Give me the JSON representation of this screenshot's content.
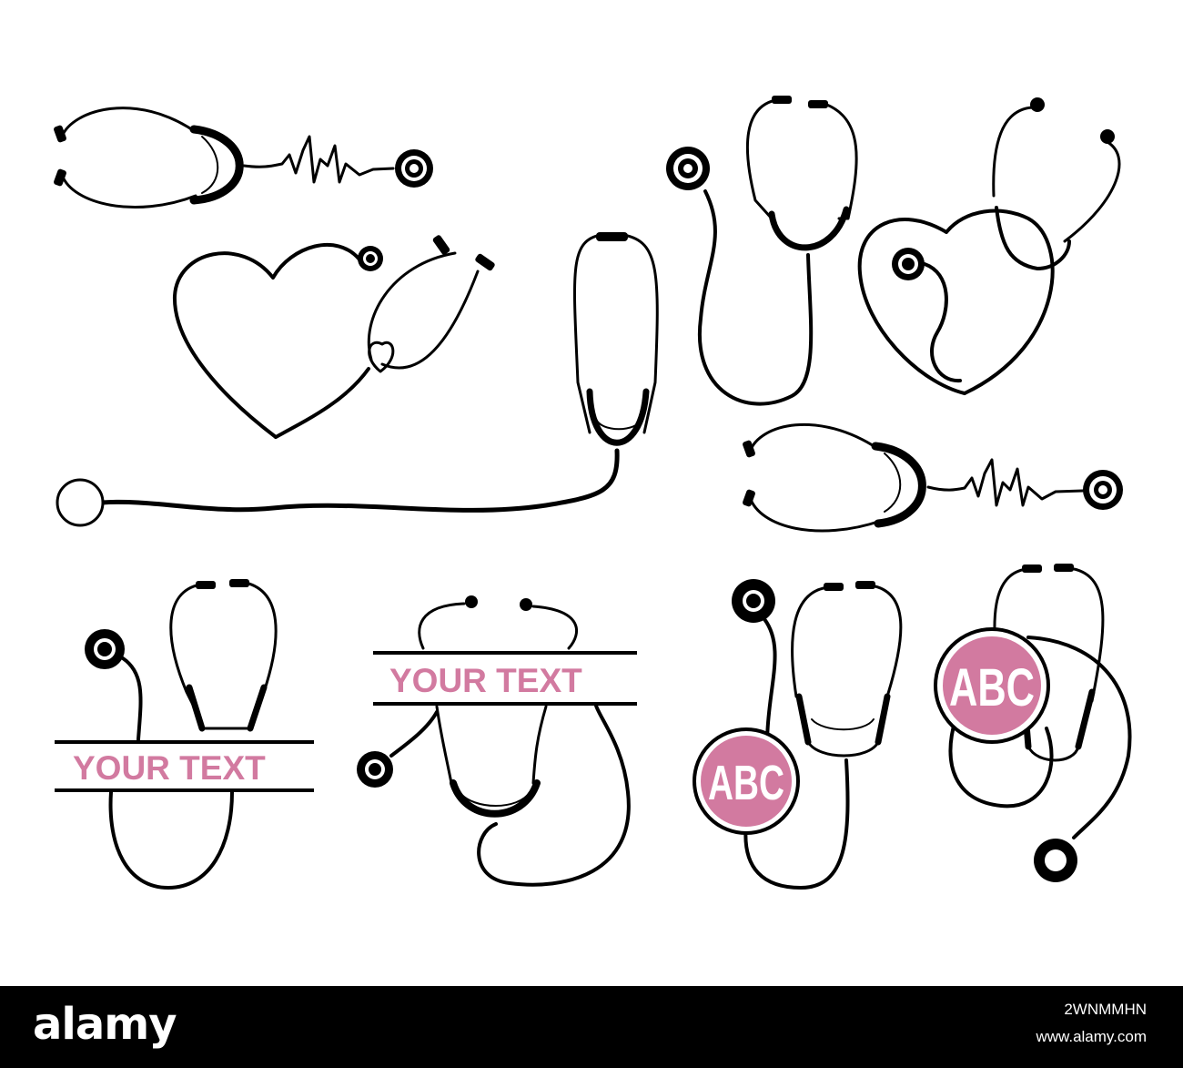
{
  "labels": {
    "banner_text": "YOUR TEXT",
    "monogram_text": "ABC"
  },
  "colors": {
    "line": "#000000",
    "accent_pink": "#d27aa0",
    "background": "#ffffff",
    "footer": "#000000"
  },
  "footer": {
    "logo": "alamy",
    "image_id": "2WNMMHN",
    "site": "www.alamy.com"
  }
}
